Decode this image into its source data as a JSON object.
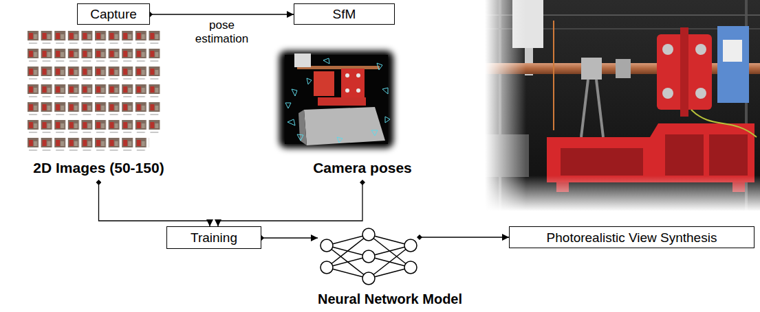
{
  "diagram": {
    "nodes": [
      {
        "text": [
          "Capture"
        ]
      },
      {
        "text": [
          "SfM"
        ]
      },
      {
        "text": [
          "2D Images (50-150)"
        ]
      },
      {
        "text": [
          "Camera poses"
        ]
      },
      {
        "text": [
          "Training"
        ]
      },
      {
        "text": [
          "Neural Network Model"
        ]
      },
      {
        "text": [
          "Photorealistic View Synthesis"
        ]
      }
    ],
    "edges": [
      {
        "from": 0,
        "to": 1,
        "label": "pose estimation",
        "arrow": "to"
      },
      {
        "from": 2,
        "to": 4,
        "arrow": "to"
      },
      {
        "from": 3,
        "to": 4,
        "arrow": "to"
      },
      {
        "from": 4,
        "to": 5,
        "arrow": "to"
      },
      {
        "from": 5,
        "to": 6,
        "arrow": "to"
      }
    ]
  }
}
